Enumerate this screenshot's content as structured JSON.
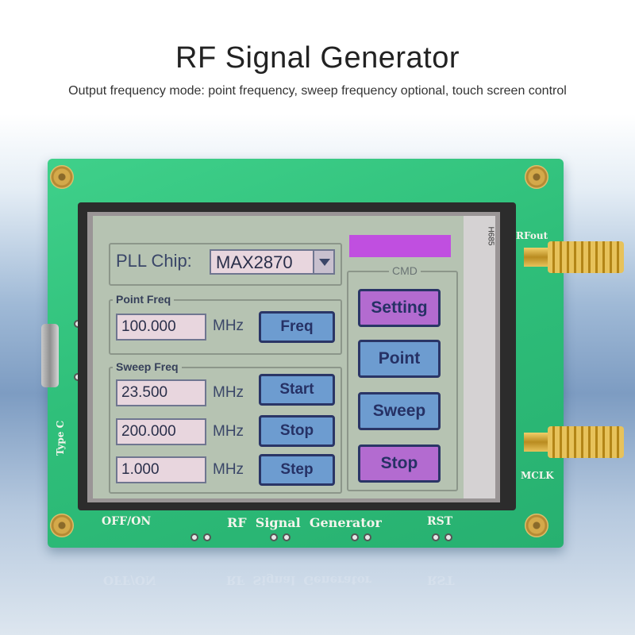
{
  "header": {
    "title": "RF Signal Generator",
    "subtitle": "Output frequency mode: point frequency, sweep frequency optional, touch screen control"
  },
  "board": {
    "silkscreen": {
      "rfout": "RFout",
      "mclk": "MCLK",
      "type_c": "Type C",
      "off_on": "OFF/ON",
      "board_name": "RF  Signal  Generator",
      "rst": "RST",
      "chip_marking": "H685"
    }
  },
  "ui": {
    "pll_chip_label": "PLL Chip:",
    "pll_chip_value": "MAX2870",
    "cmd_label": "CMD",
    "point_freq": {
      "group_label": "Point Freq",
      "value": "100.000",
      "unit": "MHz",
      "button": "Freq"
    },
    "sweep_freq": {
      "group_label": "Sweep Freq",
      "rows": [
        {
          "value": "23.500",
          "unit": "MHz",
          "button": "Start"
        },
        {
          "value": "200.000",
          "unit": "MHz",
          "button": "Stop"
        },
        {
          "value": "1.000",
          "unit": "MHz",
          "button": "Step"
        }
      ]
    },
    "cmd_buttons": [
      "Setting",
      "Point",
      "Sweep",
      "Stop"
    ]
  },
  "colors": {
    "pcb_green": "#2fbf7a",
    "lcd_background": "#b6c3b2",
    "button_blue": "#6d9cd0",
    "button_purple": "#b36bd0",
    "status_bar_magenta": "#c04fe0"
  }
}
